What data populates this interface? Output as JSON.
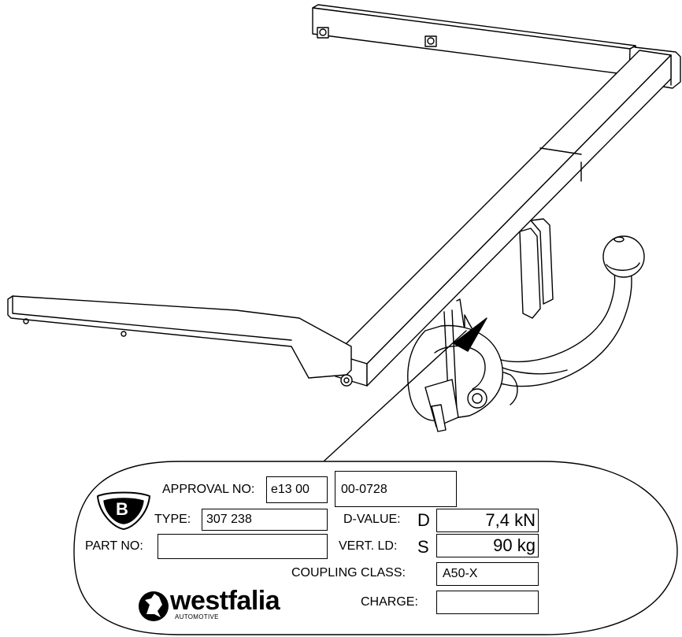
{
  "plate": {
    "approval_label": "APPROVAL NO:",
    "approval_value_1": "e13 00",
    "approval_value_2": "00-0728",
    "type_label": "TYPE:",
    "type_value": "307 238",
    "part_label": "PART NO:",
    "part_value": "",
    "dvalue_label": "D-VALUE:",
    "dvalue_symbol": "D",
    "dvalue_value": "7,4 kN",
    "vertld_label": "VERT. LD:",
    "vertld_symbol": "S",
    "vertld_value": "90 kg",
    "coupling_label": "COUPLING CLASS:",
    "coupling_value": "A50-X",
    "charge_label": "CHARGE:",
    "charge_value": "",
    "badge_letter": "B"
  },
  "brand": {
    "name": "westfalia",
    "sub": "AUTOMOTIVE",
    "logo_icon": "horse-logo-icon"
  },
  "colors": {
    "line": "#000000",
    "background": "#ffffff"
  }
}
